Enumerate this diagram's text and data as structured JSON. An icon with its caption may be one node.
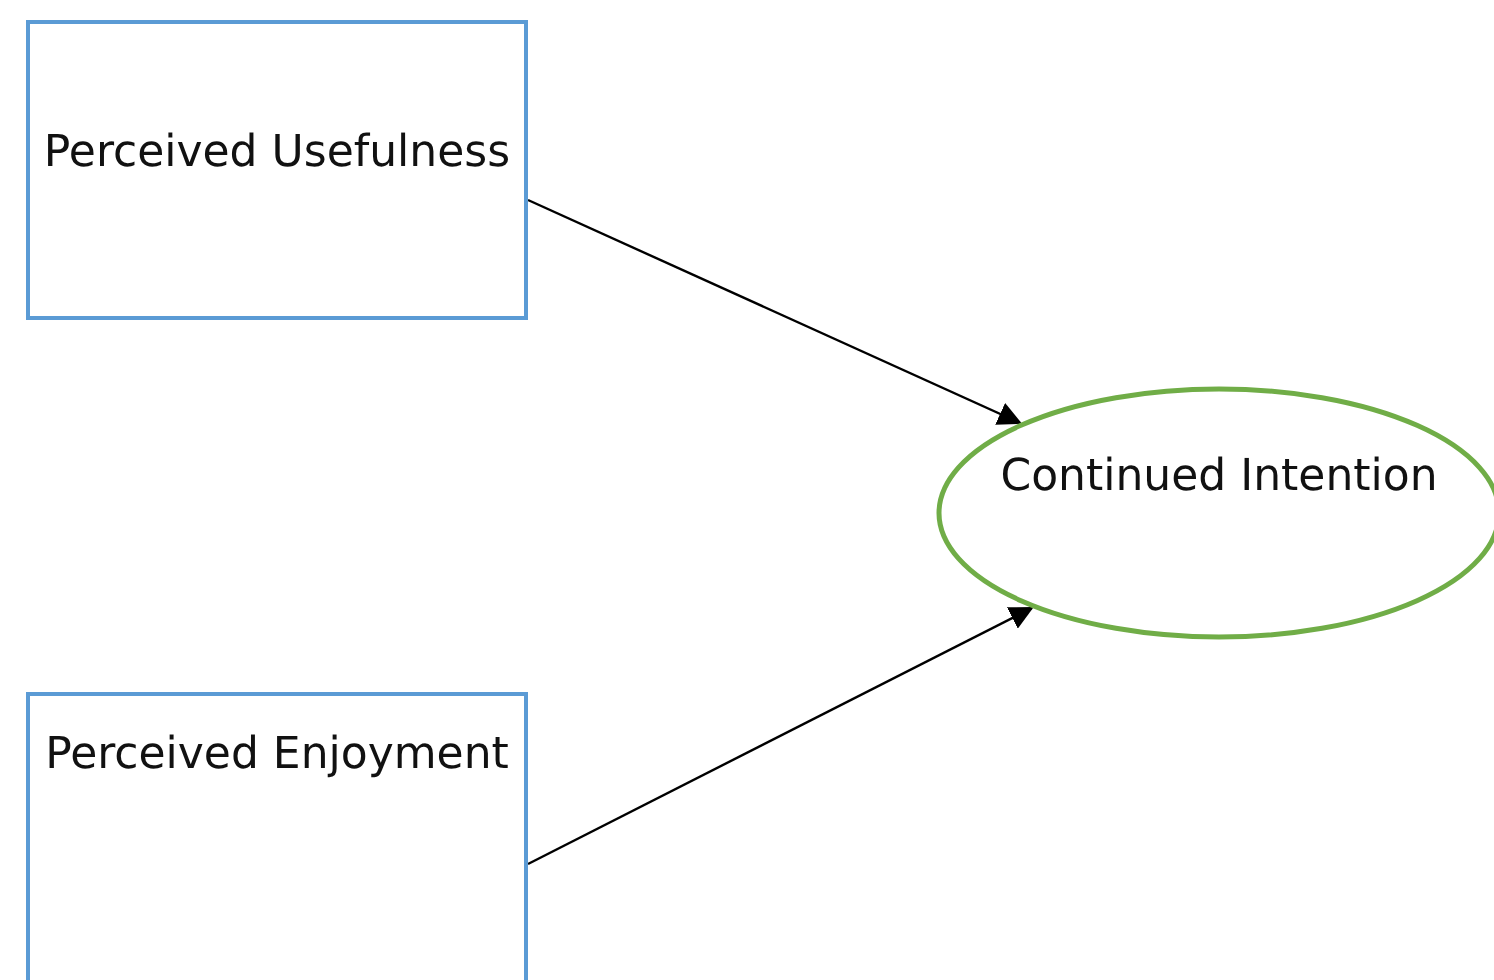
{
  "diagram": {
    "nodes": [
      {
        "text": [
          "Perceived Usefulness"
        ]
      },
      {
        "text": [
          "Perceived Enjoyment"
        ]
      },
      {
        "text": [
          "Continued Intention"
        ]
      }
    ],
    "edges": [
      {
        "from": 0,
        "to": 2,
        "arrow": "to"
      },
      {
        "from": 1,
        "to": 2,
        "arrow": "to"
      }
    ]
  }
}
